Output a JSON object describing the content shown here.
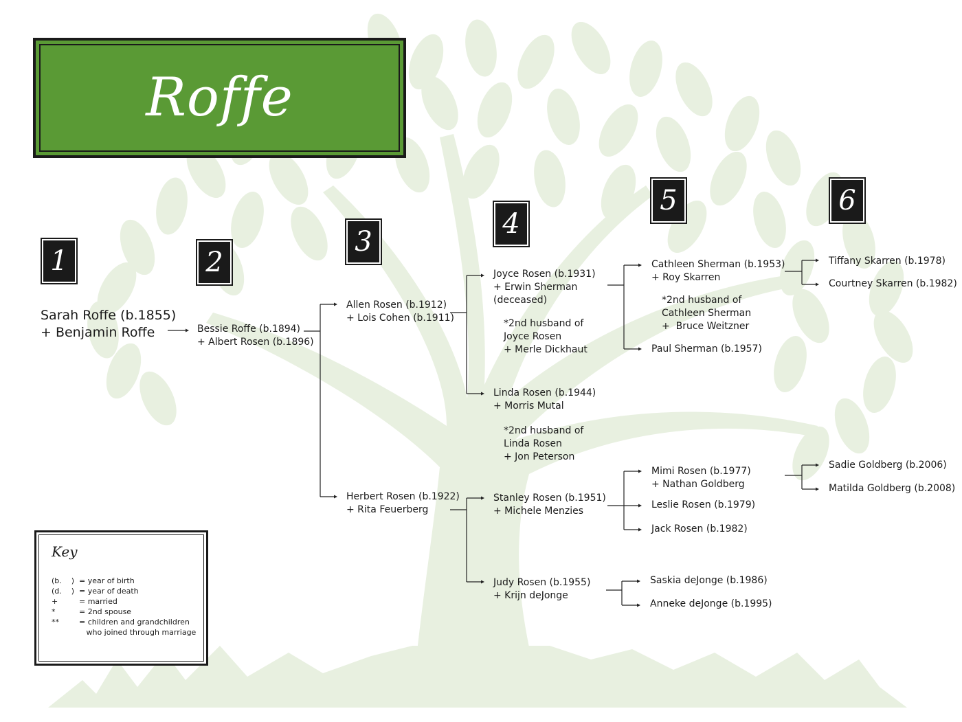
{
  "title": "Roffe",
  "generations": [
    "1",
    "2",
    "3",
    "4",
    "5",
    "6"
  ],
  "people": {
    "g1": [
      "Sarah Roffe (b.1855)",
      "+ Benjamin Roffe"
    ],
    "g2": [
      "Bessie Roffe (b.1894)",
      "+ Albert Rosen (b.1896)"
    ],
    "allen": [
      "Allen Rosen (b.1912)",
      "+ Lois Cohen (b.1911)"
    ],
    "herbert": [
      "Herbert Rosen (b.1922)",
      "+ Rita Feuerberg"
    ],
    "joyce": [
      "Joyce Rosen (b.1931)",
      "+ Erwin Sherman",
      "(deceased)"
    ],
    "joyce_note": [
      "*2nd husband of",
      "Joyce Rosen",
      "+ Merle Dickhaut"
    ],
    "linda": [
      "Linda Rosen (b.1944)",
      "+ Morris Mutal"
    ],
    "linda_note": [
      "*2nd husband of",
      "Linda Rosen",
      "+ Jon Peterson"
    ],
    "stanley": [
      "Stanley Rosen (b.1951)",
      "+ Michele Menzies"
    ],
    "judy": [
      "Judy Rosen (b.1955)",
      "+ Krijn deJonge"
    ],
    "cathleen": [
      "Cathleen Sherman (b.1953)",
      "+ Roy Skarren"
    ],
    "cathleen_note": [
      "*2nd husband of",
      "Cathleen Sherman",
      "+  Bruce Weitzner"
    ],
    "paul": "Paul Sherman (b.1957)",
    "mimi": [
      "Mimi Rosen (b.1977)",
      "+ Nathan Goldberg"
    ],
    "leslie": "Leslie Rosen (b.1979)",
    "jack": "Jack Rosen (b.1982)",
    "saskia": "Saskia deJonge (b.1986)",
    "anneke": "Anneke deJonge (b.1995)",
    "tiffany": "Tiffany Skarren (b.1978)",
    "courtney": "Courtney Skarren (b.1982)",
    "sadie": "Sadie Goldberg (b.2006)",
    "matilda": "Matilda Goldberg (b.2008)"
  },
  "key": {
    "title": "Key",
    "rows": [
      {
        "sym": "(b.    )",
        "def": "= year of birth"
      },
      {
        "sym": "(d.    )",
        "def": "= year of death"
      },
      {
        "sym": "+",
        "def": "= married"
      },
      {
        "sym": "*",
        "def": "= 2nd spouse"
      },
      {
        "sym": "**",
        "def": "= children and grandchildren"
      },
      {
        "sym": "",
        "def": "   who joined through marriage"
      }
    ]
  },
  "colors": {
    "title_bg": "#5a9a35",
    "tree_bg": "#e8f0e0",
    "box": "#1a1a1a"
  }
}
